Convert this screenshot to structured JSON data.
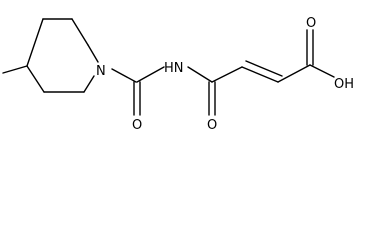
{
  "molecule": {
    "atoms": [
      {
        "id": "n-piperidine",
        "label": "N"
      },
      {
        "id": "n-amide",
        "label": "HN"
      },
      {
        "id": "o-urea",
        "label": "O"
      },
      {
        "id": "o-amide",
        "label": "O"
      },
      {
        "id": "o-acid-carbonyl",
        "label": "O"
      },
      {
        "id": "oh-acid",
        "label": "OH"
      }
    ]
  }
}
